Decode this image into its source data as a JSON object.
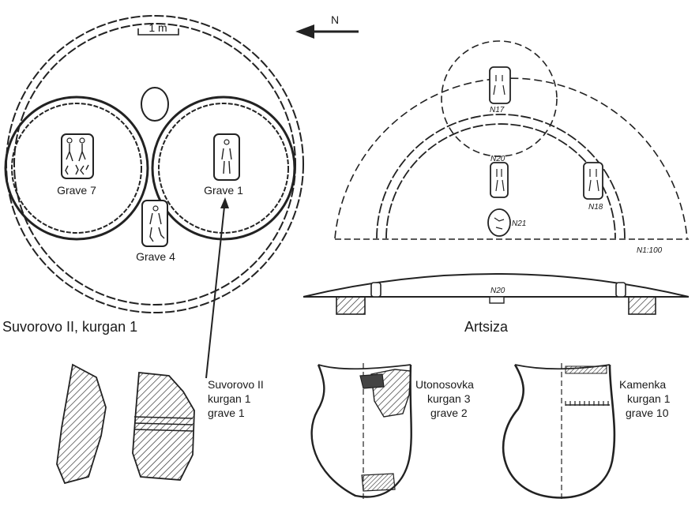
{
  "scale_bar": {
    "label": "1 m"
  },
  "north_arrow": {
    "label": "N"
  },
  "suvorovo": {
    "caption": "Suvorovo II, kurgan 1",
    "graves": [
      {
        "label": "Grave 7"
      },
      {
        "label": "Grave 1"
      },
      {
        "label": "Grave 4"
      }
    ]
  },
  "artsiza": {
    "caption": "Artsiza",
    "graves": [
      {
        "label": "N17"
      },
      {
        "label": "N20"
      },
      {
        "label": "N18"
      },
      {
        "label": "N21"
      }
    ],
    "scale_note": "N1:100",
    "section_label": "N20"
  },
  "finds": [
    {
      "lines": [
        "Suvorovo II",
        "kurgan 1",
        "grave 1"
      ]
    },
    {
      "lines": [
        "Utonosovka",
        "kurgan 3",
        "grave 2"
      ]
    },
    {
      "lines": [
        "Kamenka",
        "kurgan 1",
        "grave 10"
      ]
    }
  ]
}
